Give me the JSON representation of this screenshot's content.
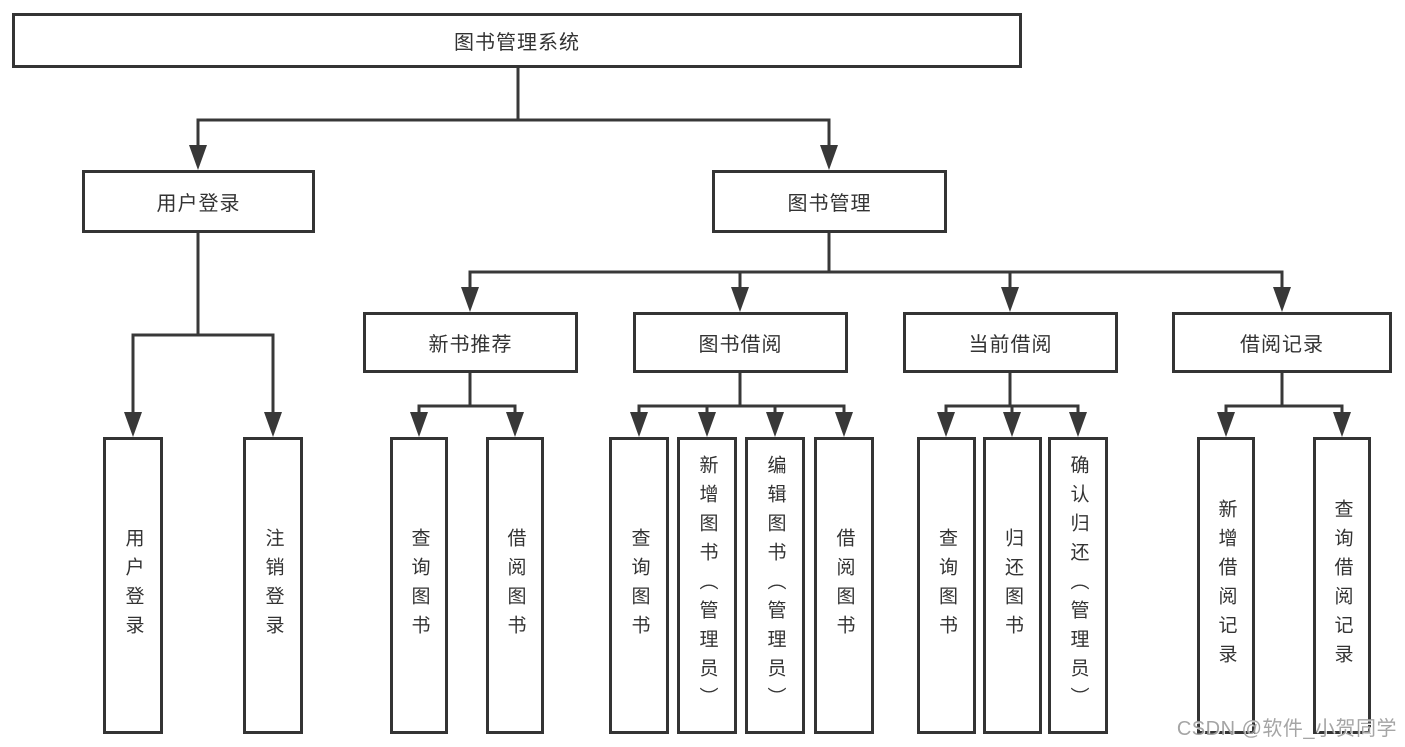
{
  "nodes": {
    "root": "图书管理系统",
    "user_login": "用户登录",
    "book_mgmt": "图书管理",
    "new_book_rec": "新书推荐",
    "book_borrow": "图书借阅",
    "current_borrow": "当前借阅",
    "borrow_record": "借阅记录",
    "leaf_user_login": "用户登录",
    "leaf_logout": "注销登录",
    "leaf_query_book_rec": "查询图书",
    "leaf_borrow_book_rec": "借阅图书",
    "leaf_query_book_borrow": "查询图书",
    "leaf_add_book": "新增图书（管理员）",
    "leaf_edit_book": "编辑图书（管理员）",
    "leaf_borrow_book_borrow": "借阅图书",
    "leaf_query_book_current": "查询图书",
    "leaf_return_book": "归还图书",
    "leaf_confirm_return": "确认归还（管理员）",
    "leaf_add_borrow_record": "新增借阅记录",
    "leaf_query_borrow_record": "查询借阅记录"
  },
  "watermark": "CSDN @软件_小贺同学",
  "colors": {
    "line": "#383838",
    "box_border": "#343434",
    "text": "#333333",
    "background": "#ffffff",
    "watermark": "#9e9e9e"
  }
}
